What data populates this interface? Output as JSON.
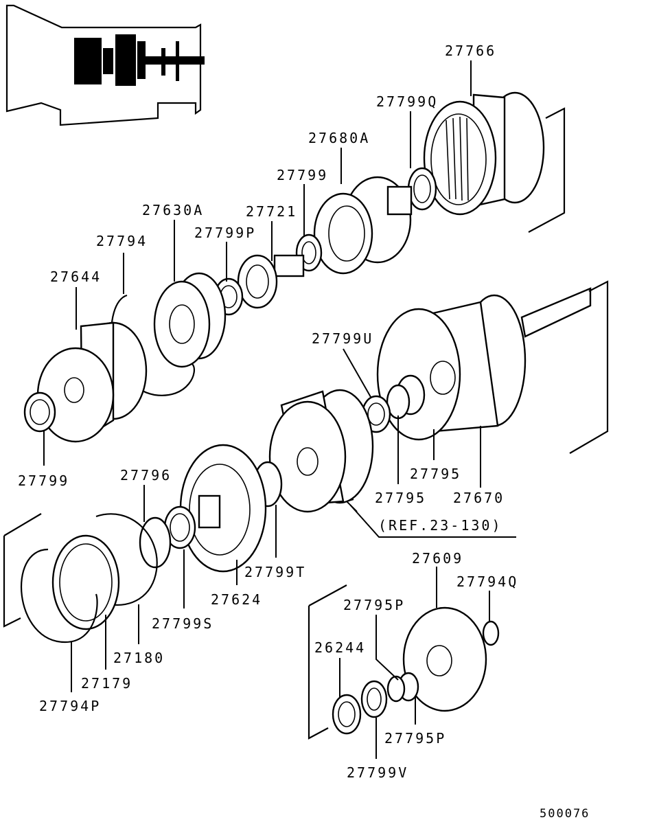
{
  "diagram": {
    "title_code": "500076",
    "reference": "(REF.23-130)",
    "parts": {
      "p27766": "27766",
      "p27799Q": "27799Q",
      "p27680A": "27680A",
      "p27799_top": "27799",
      "p27721": "27721",
      "p27630A": "27630A",
      "p27799P": "27799P",
      "p27794": "27794",
      "p27644": "27644",
      "p27799_left": "27799",
      "p27799U": "27799U",
      "p27796": "27796",
      "p27795_a": "27795",
      "p27795_b": "27795",
      "p27670": "27670",
      "p27799T": "27799T",
      "p27624": "27624",
      "p27799S": "27799S",
      "p27180": "27180",
      "p27179": "27179",
      "p27794P": "27794P",
      "p27609": "27609",
      "p27794Q": "27794Q",
      "p27795P_top": "27795P",
      "p26244": "26244",
      "p27795P_bot": "27795P",
      "p27799V": "27799V"
    }
  }
}
